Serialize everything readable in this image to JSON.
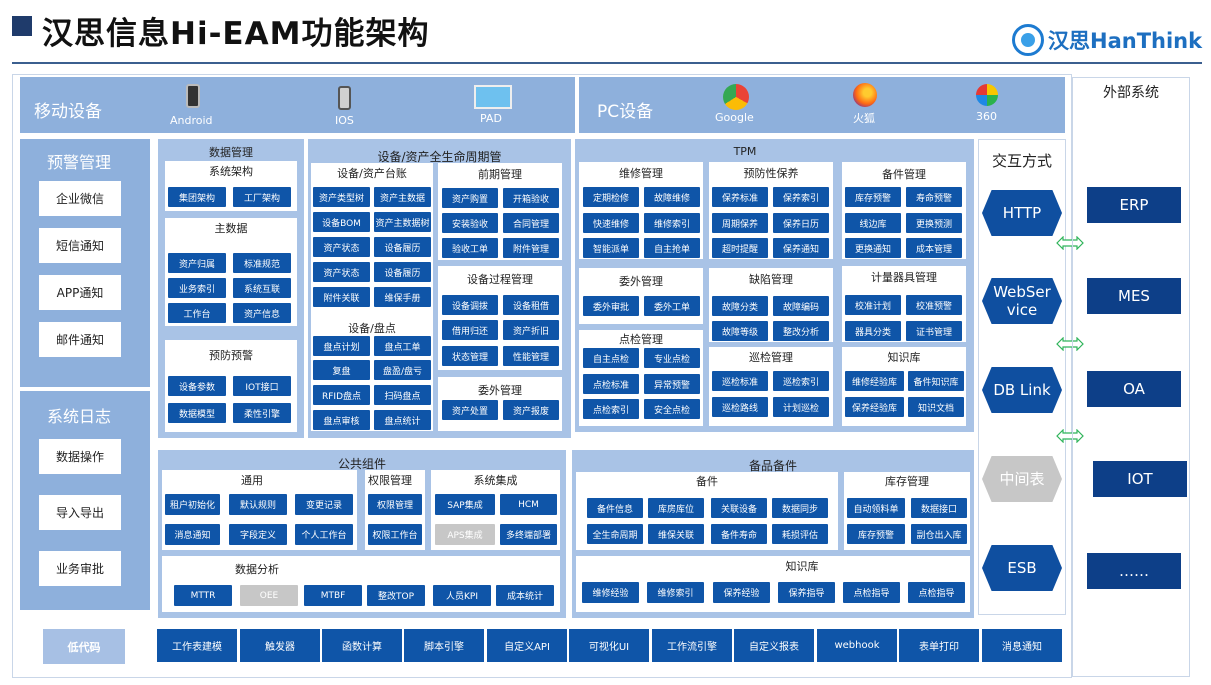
{
  "title": "汉思信息Hi-EAM功能架构",
  "logo_text": "汉思HanThink",
  "mobile": {
    "label": "移动设备",
    "items": [
      "Android",
      "IOS",
      "PAD"
    ]
  },
  "pc": {
    "label": "PC设备",
    "items": [
      "Google",
      "火狐",
      "360"
    ]
  },
  "alert": {
    "title": "预警管理",
    "items": [
      "企业微信",
      "短信通知",
      "APP通知",
      "邮件通知"
    ]
  },
  "syslog": {
    "title": "系统日志",
    "items": [
      "数据操作",
      "导入导出",
      "业务审批"
    ]
  },
  "data_mgmt": {
    "title": "数据管理",
    "sys_arch": {
      "title": "系统架构",
      "items": [
        "集团架构",
        "工厂架构"
      ]
    },
    "master": {
      "title": "主数据",
      "items": [
        "资产归属",
        "标准规范",
        "业务索引",
        "系统互联",
        "工作台",
        "资产信息"
      ]
    },
    "prevent": {
      "title": "预防预警",
      "items": [
        "设备参数",
        "IOT接口",
        "数据模型",
        "柔性引擎"
      ]
    }
  },
  "lifecycle": {
    "title": "设备/资产全生命周期管",
    "ledger": {
      "title": "设备/资产台账",
      "items": [
        "资产类型树",
        "资产主数据",
        "设备BOM",
        "资产主数据树",
        "资产状态",
        "设备履历",
        "资产状态",
        "设备履历",
        "附件关联",
        "维保手册"
      ]
    },
    "check": {
      "title": "设备/盘点",
      "items": [
        "盘点计划",
        "盘点工单",
        "复盘",
        "盘盈/盘亏",
        "RFID盘点",
        "扫码盘点",
        "盘点审核",
        "盘点统计"
      ]
    },
    "early": {
      "title": "前期管理",
      "items": [
        "资产购置",
        "开箱验收",
        "安装验收",
        "合同管理",
        "验收工单",
        "附件管理"
      ]
    },
    "process": {
      "title": "设备过程管理",
      "items": [
        "设备调拨",
        "设备租借",
        "借用归还",
        "资产折旧",
        "状态管理",
        "性能管理"
      ]
    },
    "outsource": {
      "title": "委外管理",
      "items": [
        "资产处置",
        "资产报废"
      ]
    }
  },
  "tpm": {
    "title": "TPM",
    "repair": {
      "title": "维修管理",
      "items": [
        "定期检修",
        "故障维修",
        "快速维修",
        "维修索引",
        "智能派单",
        "自主抢单"
      ]
    },
    "pm": {
      "title": "预防性保养",
      "items": [
        "保养标准",
        "保养索引",
        "周期保养",
        "保养日历",
        "超时提醒",
        "保养通知"
      ]
    },
    "spare": {
      "title": "备件管理",
      "items": [
        "库存预警",
        "寿命预警",
        "线边库",
        "更换预测",
        "更换通知",
        "成本管理"
      ]
    },
    "outsource": {
      "title": "委外管理",
      "items": [
        "委外审批",
        "委外工单"
      ]
    },
    "defect": {
      "title": "缺陷管理",
      "items": [
        "故障分类",
        "故障编码",
        "故障等级",
        "整改分析"
      ]
    },
    "meter": {
      "title": "计量器具管理",
      "items": [
        "校准计划",
        "校准预警",
        "器具分类",
        "证书管理"
      ]
    },
    "spot": {
      "title": "点检管理",
      "items": [
        "自主点检",
        "专业点检",
        "点检标准",
        "异常预警",
        "点检索引",
        "安全点检"
      ]
    },
    "patrol": {
      "title": "巡检管理",
      "items": [
        "巡检标准",
        "巡检索引",
        "巡检路线",
        "计划巡检"
      ]
    },
    "kb": {
      "title": "知识库",
      "items": [
        "维修经验库",
        "备件知识库",
        "保养经验库",
        "知识文档"
      ]
    }
  },
  "common": {
    "title": "公共组件",
    "general": {
      "title": "通用",
      "items": [
        "租户初始化",
        "默认规则",
        "变更记录",
        "消息通知",
        "字段定义",
        "个人工作台"
      ]
    },
    "perm": {
      "title": "权限管理",
      "items": [
        "权限管理",
        "权限工作台"
      ]
    },
    "integ": {
      "title": "系统集成",
      "items": [
        "SAP集成",
        "HCM",
        "APS集成",
        "多终端部署"
      ]
    },
    "analysis": {
      "title": "数据分析",
      "items": [
        "MTTR",
        "OEE",
        "MTBF",
        "整改TOP",
        "人员KPI",
        "成本统计"
      ]
    }
  },
  "spares": {
    "title": "备品备件",
    "parts": {
      "title": "备件",
      "items": [
        "备件信息",
        "库房库位",
        "关联设备",
        "数据同步",
        "全生命周期",
        "维保关联",
        "备件寿命",
        "耗损评估"
      ]
    },
    "stock": {
      "title": "库存管理",
      "items": [
        "自动领料单",
        "数据接口",
        "库存预警",
        "副仓出入库"
      ]
    },
    "kb": {
      "title": "知识库",
      "items": [
        "维修经验",
        "维修索引",
        "保养经验",
        "保养指导",
        "点检指导",
        "点检指导"
      ]
    }
  },
  "interaction": {
    "title": "交互方式",
    "items": [
      "HTTP",
      "WebSer vice",
      "DB Link",
      "中间表",
      "ESB"
    ]
  },
  "external": {
    "title": "外部系统",
    "items": [
      "ERP",
      "MES",
      "OA",
      "IOT",
      "……"
    ]
  },
  "lowcode": {
    "label": "低代码",
    "items": [
      "工作表建模",
      "触发器",
      "函数计算",
      "脚本引擎",
      "自定义API",
      "可视化UI",
      "工作流引擎",
      "自定义报表",
      "webhook",
      "表单打印",
      "消息通知"
    ]
  },
  "colors": {
    "panel": "#8eb0dc",
    "button": "#0f55a8",
    "external": "#0d3f88",
    "disabled": "#c7c7c7"
  }
}
